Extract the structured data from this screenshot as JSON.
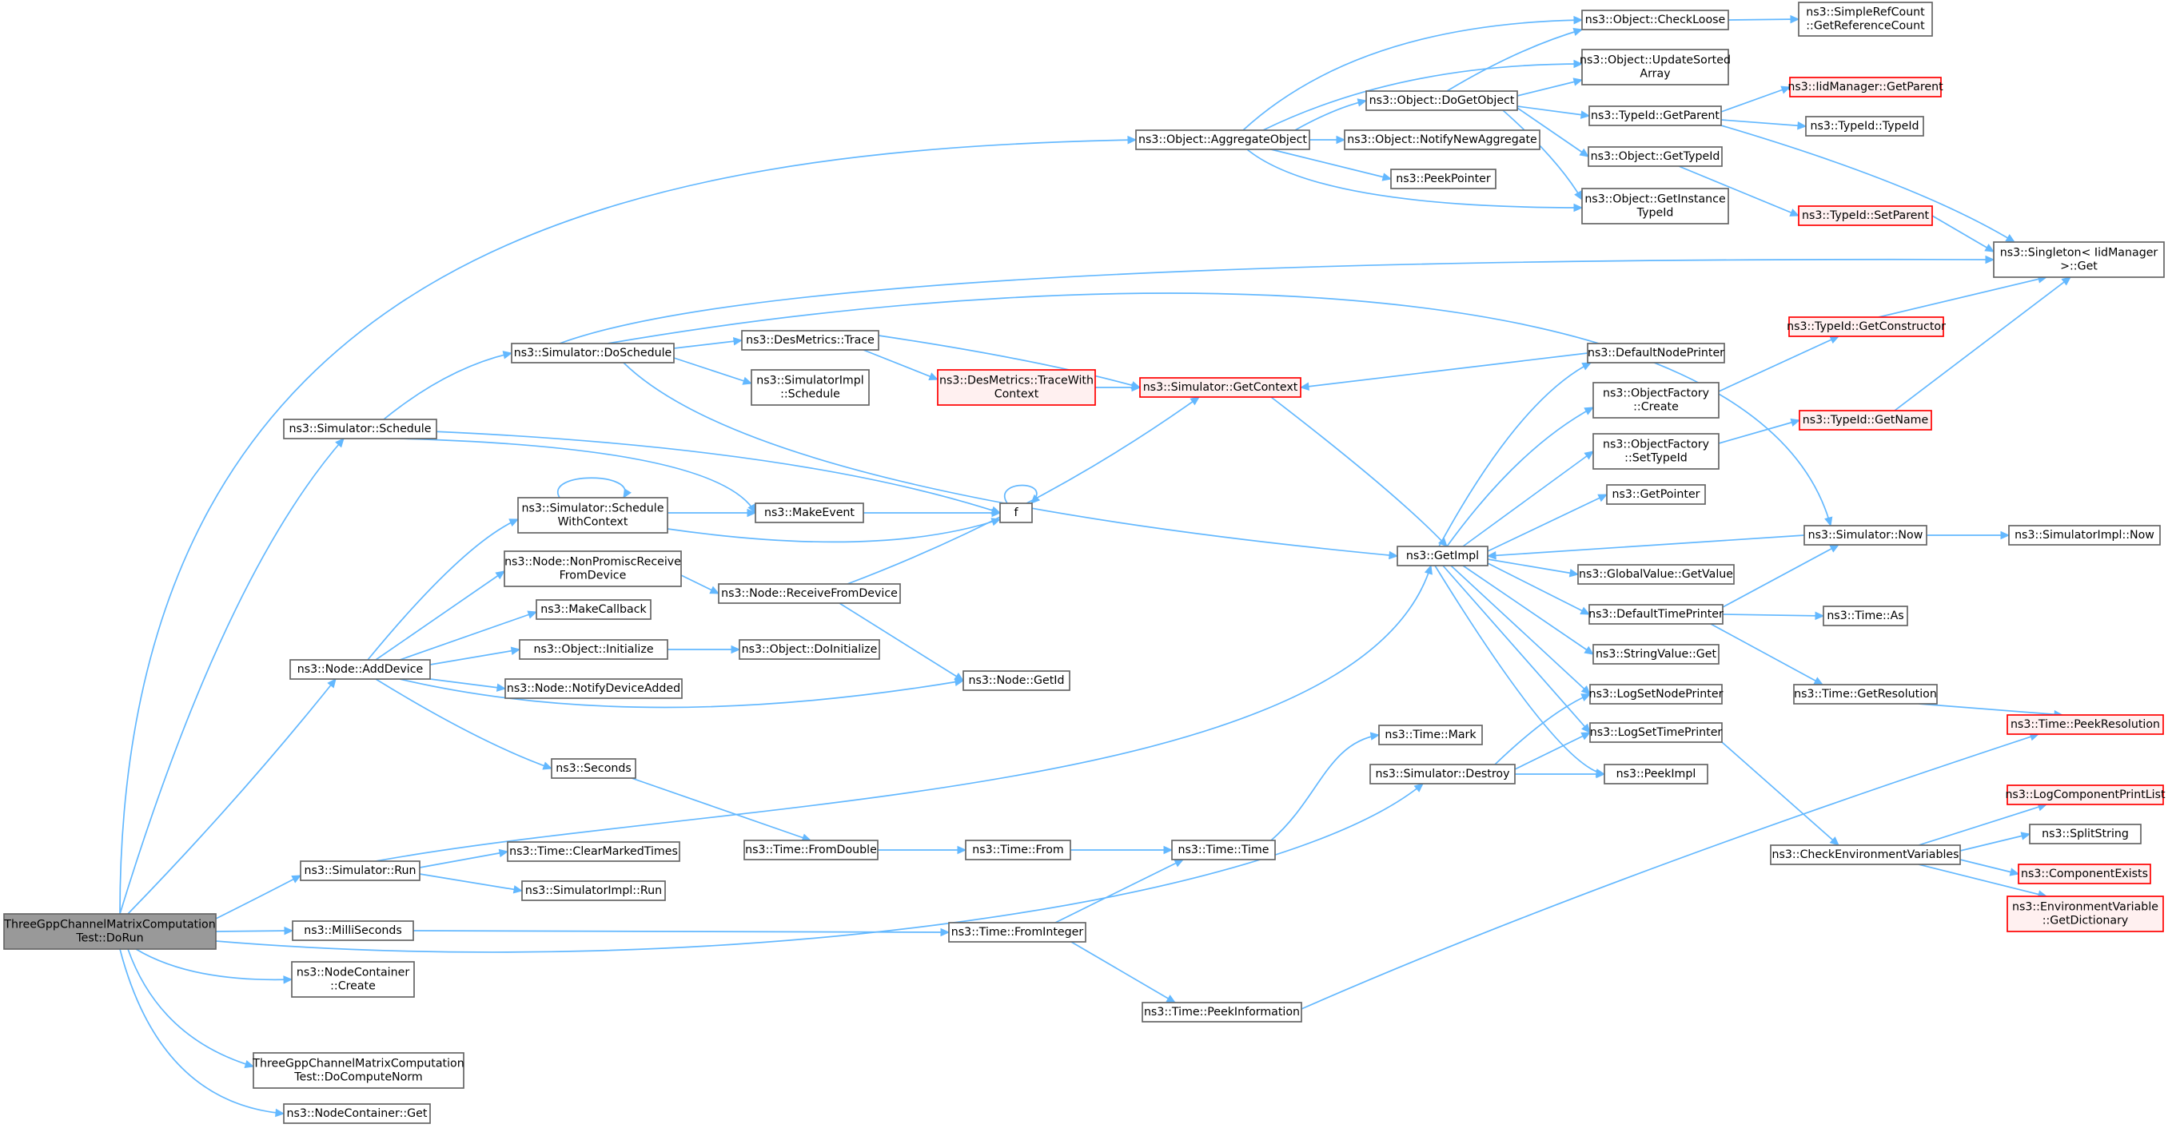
{
  "graph": {
    "colors": {
      "edge": "#63b8ff",
      "node_border": "#666666",
      "red_border": "#ff0000",
      "red_fill": "#fff0f0",
      "root_fill": "#999999"
    },
    "nodes": {
      "root": {
        "lines": [
          "ThreeGppChannelMatrixComputation",
          "Test::DoRun"
        ],
        "style": "root"
      },
      "aggregateObject": {
        "lines": [
          "ns3::Object::AggregateObject"
        ]
      },
      "checkLoose": {
        "lines": [
          "ns3::Object::CheckLoose"
        ]
      },
      "getRefCount": {
        "lines": [
          "ns3::SimpleRefCount",
          "::GetReferenceCount"
        ]
      },
      "updateSorted": {
        "lines": [
          "ns3::Object::UpdateSorted",
          "Array"
        ]
      },
      "doGetObject": {
        "lines": [
          "ns3::Object::DoGetObject"
        ]
      },
      "iidGetParent": {
        "lines": [
          "ns3::IidManager::GetParent"
        ],
        "style": "red"
      },
      "tidGetParent": {
        "lines": [
          "ns3::TypeId::GetParent"
        ]
      },
      "tidTypeId": {
        "lines": [
          "ns3::TypeId::TypeId"
        ]
      },
      "notifyNewAgg": {
        "lines": [
          "ns3::Object::NotifyNewAggregate"
        ]
      },
      "objGetTypeId": {
        "lines": [
          "ns3::Object::GetTypeId"
        ]
      },
      "peekPointer": {
        "lines": [
          "ns3::PeekPointer"
        ]
      },
      "getInstanceTid": {
        "lines": [
          "ns3::Object::GetInstance",
          "TypeId"
        ]
      },
      "tidSetParent": {
        "lines": [
          "ns3::TypeId::SetParent"
        ],
        "style": "red"
      },
      "singletonGet": {
        "lines": [
          "ns3::Singleton< IidManager",
          " >::Get"
        ]
      },
      "tidGetConstructor": {
        "lines": [
          "ns3::TypeId::GetConstructor"
        ],
        "style": "red"
      },
      "doSchedule": {
        "lines": [
          "ns3::Simulator::DoSchedule"
        ]
      },
      "desTrace": {
        "lines": [
          "ns3::DesMetrics::Trace"
        ]
      },
      "defaultNodePrinter": {
        "lines": [
          "ns3::DefaultNodePrinter"
        ]
      },
      "desTraceCtx": {
        "lines": [
          "ns3::DesMetrics::TraceWith",
          "Context"
        ],
        "style": "red"
      },
      "getContext": {
        "lines": [
          "ns3::Simulator::GetContext"
        ],
        "style": "red"
      },
      "simImplSchedule": {
        "lines": [
          "ns3::SimulatorImpl",
          "::Schedule"
        ]
      },
      "ofCreate": {
        "lines": [
          "ns3::ObjectFactory",
          "::Create"
        ]
      },
      "simSchedule": {
        "lines": [
          "ns3::Simulator::Schedule"
        ]
      },
      "tidGetName": {
        "lines": [
          "ns3::TypeId::GetName"
        ],
        "style": "red"
      },
      "ofSetTypeId": {
        "lines": [
          "ns3::ObjectFactory",
          "::SetTypeId"
        ]
      },
      "getPointer": {
        "lines": [
          "ns3::GetPointer"
        ]
      },
      "schedWithCtx": {
        "lines": [
          "ns3::Simulator::Schedule",
          "WithContext"
        ]
      },
      "makeEvent": {
        "lines": [
          "ns3::MakeEvent"
        ]
      },
      "f": {
        "lines": [
          "f"
        ]
      },
      "simNow": {
        "lines": [
          "ns3::Simulator::Now"
        ]
      },
      "simImplNow": {
        "lines": [
          "ns3::SimulatorImpl::Now"
        ]
      },
      "getImpl": {
        "lines": [
          "ns3::GetImpl"
        ]
      },
      "nonPromisc": {
        "lines": [
          "ns3::Node::NonPromiscReceive",
          "FromDevice"
        ]
      },
      "receiveFromDevice": {
        "lines": [
          "ns3::Node::ReceiveFromDevice"
        ]
      },
      "gvGetValue": {
        "lines": [
          "ns3::GlobalValue::GetValue"
        ]
      },
      "makeCallback": {
        "lines": [
          "ns3::MakeCallback"
        ]
      },
      "defaultTimePrinter": {
        "lines": [
          "ns3::DefaultTimePrinter"
        ]
      },
      "timeAs": {
        "lines": [
          "ns3::Time::As"
        ]
      },
      "objInitialize": {
        "lines": [
          "ns3::Object::Initialize"
        ]
      },
      "objDoInitialize": {
        "lines": [
          "ns3::Object::DoInitialize"
        ]
      },
      "stringValueGet": {
        "lines": [
          "ns3::StringValue::Get"
        ]
      },
      "addDevice": {
        "lines": [
          "ns3::Node::AddDevice"
        ]
      },
      "nodeGetId": {
        "lines": [
          "ns3::Node::GetId"
        ]
      },
      "timeGetResolution": {
        "lines": [
          "ns3::Time::GetResolution"
        ]
      },
      "notifyDeviceAdded": {
        "lines": [
          "ns3::Node::NotifyDeviceAdded"
        ]
      },
      "logSetNodePrinter": {
        "lines": [
          "ns3::LogSetNodePrinter"
        ]
      },
      "timePeekResolution": {
        "lines": [
          "ns3::Time::PeekResolution"
        ],
        "style": "red"
      },
      "logSetTimePrinter": {
        "lines": [
          "ns3::LogSetTimePrinter"
        ]
      },
      "timeMark": {
        "lines": [
          "ns3::Time::Mark"
        ]
      },
      "seconds": {
        "lines": [
          "ns3::Seconds"
        ]
      },
      "simDestroy": {
        "lines": [
          "ns3::Simulator::Destroy"
        ]
      },
      "peekImpl": {
        "lines": [
          "ns3::PeekImpl"
        ]
      },
      "logCompPrintList": {
        "lines": [
          "ns3::LogComponentPrintList"
        ],
        "style": "red"
      },
      "splitString": {
        "lines": [
          "ns3::SplitString"
        ]
      },
      "timeFromDouble": {
        "lines": [
          "ns3::Time::FromDouble"
        ]
      },
      "timeFrom": {
        "lines": [
          "ns3::Time::From"
        ]
      },
      "timeTime": {
        "lines": [
          "ns3::Time::Time"
        ]
      },
      "checkEnvVars": {
        "lines": [
          "ns3::CheckEnvironmentVariables"
        ]
      },
      "simRun": {
        "lines": [
          "ns3::Simulator::Run"
        ]
      },
      "clearMarkedTimes": {
        "lines": [
          "ns3::Time::ClearMarkedTimes"
        ]
      },
      "componentExists": {
        "lines": [
          "ns3::ComponentExists"
        ],
        "style": "red"
      },
      "simImplRun": {
        "lines": [
          "ns3::SimulatorImpl::Run"
        ]
      },
      "envVarGetDict": {
        "lines": [
          "ns3::EnvironmentVariable",
          "::GetDictionary"
        ],
        "style": "red"
      },
      "milliSeconds": {
        "lines": [
          "ns3::MilliSeconds"
        ]
      },
      "timeFromInteger": {
        "lines": [
          "ns3::Time::FromInteger"
        ]
      },
      "ncCreate": {
        "lines": [
          "ns3::NodeContainer",
          "::Create"
        ]
      },
      "timePeekInfo": {
        "lines": [
          "ns3::Time::PeekInformation"
        ]
      },
      "doComputeNorm": {
        "lines": [
          "ThreeGppChannelMatrixComputation",
          "Test::DoComputeNorm"
        ]
      },
      "ncGet": {
        "lines": [
          "ns3::NodeContainer::Get"
        ]
      }
    }
  }
}
